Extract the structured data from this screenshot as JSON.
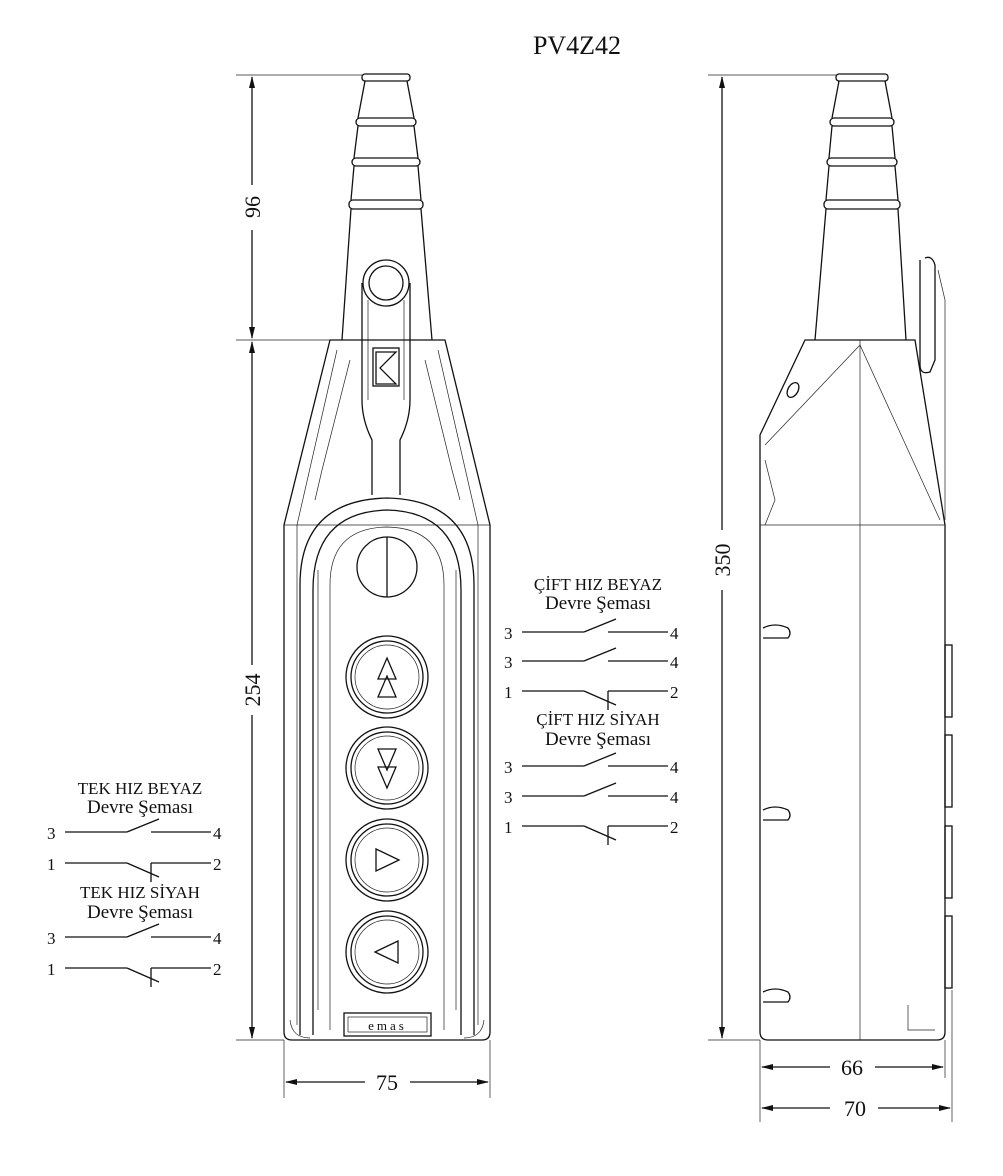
{
  "title": "PV4Z42",
  "logo_text": "emas",
  "dimensions": {
    "gland_height": "96",
    "body_height": "254",
    "front_width": "75",
    "total_height": "350",
    "side_depth_inner": "66",
    "side_depth_outer": "70"
  },
  "circuits": [
    {
      "title": "TEK HIZ BEYAZ",
      "subtitle": "Devre Şeması",
      "rows": [
        {
          "left": "3",
          "right": "4",
          "type": "NO"
        },
        {
          "left": "1",
          "right": "2",
          "type": "NC"
        }
      ]
    },
    {
      "title": "TEK HIZ SİYAH",
      "subtitle": "Devre Şeması",
      "rows": [
        {
          "left": "3",
          "right": "4",
          "type": "NO"
        },
        {
          "left": "1",
          "right": "2",
          "type": "NC"
        }
      ]
    },
    {
      "title": "ÇİFT HIZ BEYAZ",
      "subtitle": "Devre Şeması",
      "rows": [
        {
          "left": "3",
          "right": "4",
          "type": "NO"
        },
        {
          "left": "3",
          "right": "4",
          "type": "NO"
        },
        {
          "left": "1",
          "right": "2",
          "type": "NC"
        }
      ]
    },
    {
      "title": "ÇİFT HIZ SİYAH",
      "subtitle": "Devre Şeması",
      "rows": [
        {
          "left": "3",
          "right": "4",
          "type": "NO"
        },
        {
          "left": "3",
          "right": "4",
          "type": "NO"
        },
        {
          "left": "1",
          "right": "2",
          "type": "NC"
        }
      ]
    }
  ],
  "buttons": [
    {
      "icon": "double-up-arrow-icon"
    },
    {
      "icon": "double-down-arrow-icon"
    },
    {
      "icon": "right-arrow-icon"
    },
    {
      "icon": "left-arrow-icon"
    }
  ]
}
